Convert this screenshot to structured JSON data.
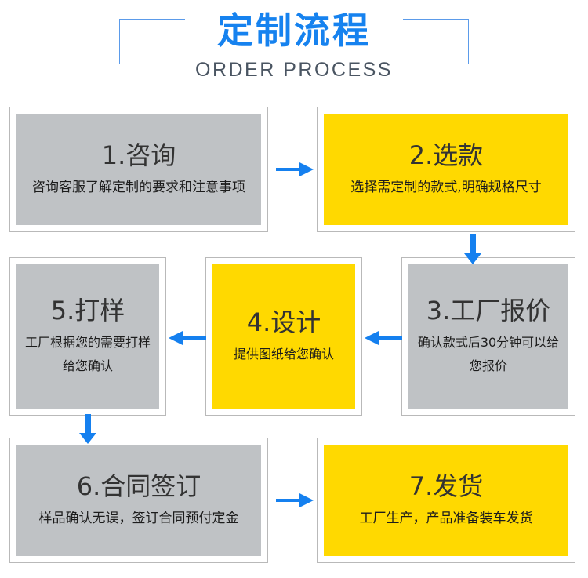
{
  "header": {
    "title_cn": "定制流程",
    "title_en": "ORDER PROCESS",
    "accent_color": "#1682ef",
    "frame_color": "#5b9bea",
    "subtitle_color": "#4a5562"
  },
  "palette": {
    "gray": "#bfc2c5",
    "yellow": "#ffd900",
    "arrow_blue": "#1580ef",
    "card_border": "#b9b9b9",
    "text_dark": "#333333"
  },
  "steps": [
    {
      "id": "step-1",
      "title": "1.咨询",
      "desc": "咨询客服了解定制的要求和注意事项",
      "color": "gray"
    },
    {
      "id": "step-2",
      "title": "2.选款",
      "desc": "选择需定制的款式,明确规格尺寸",
      "color": "yellow"
    },
    {
      "id": "step-3",
      "title": "3.工厂报价",
      "desc": "确认款式后30分钟可以给您报价",
      "color": "gray"
    },
    {
      "id": "step-4",
      "title": "4.设计",
      "desc": "提供图纸给您确认",
      "color": "yellow"
    },
    {
      "id": "step-5",
      "title": "5.打样",
      "desc": "工厂根据您的需要打样给您确认",
      "color": "gray"
    },
    {
      "id": "step-6",
      "title": "6.合同签订",
      "desc": "样品确认无误，签订合同预付定金",
      "color": "gray"
    },
    {
      "id": "step-7",
      "title": "7.发货",
      "desc": "工厂生产，产品准备装车发货",
      "color": "yellow"
    }
  ],
  "connectors": [
    {
      "id": "arrow-1-to-2",
      "direction": "right"
    },
    {
      "id": "arrow-2-to-3",
      "direction": "down"
    },
    {
      "id": "arrow-3-to-4",
      "direction": "left"
    },
    {
      "id": "arrow-4-to-5",
      "direction": "left"
    },
    {
      "id": "arrow-5-to-6",
      "direction": "down"
    },
    {
      "id": "arrow-6-to-7",
      "direction": "right"
    }
  ]
}
